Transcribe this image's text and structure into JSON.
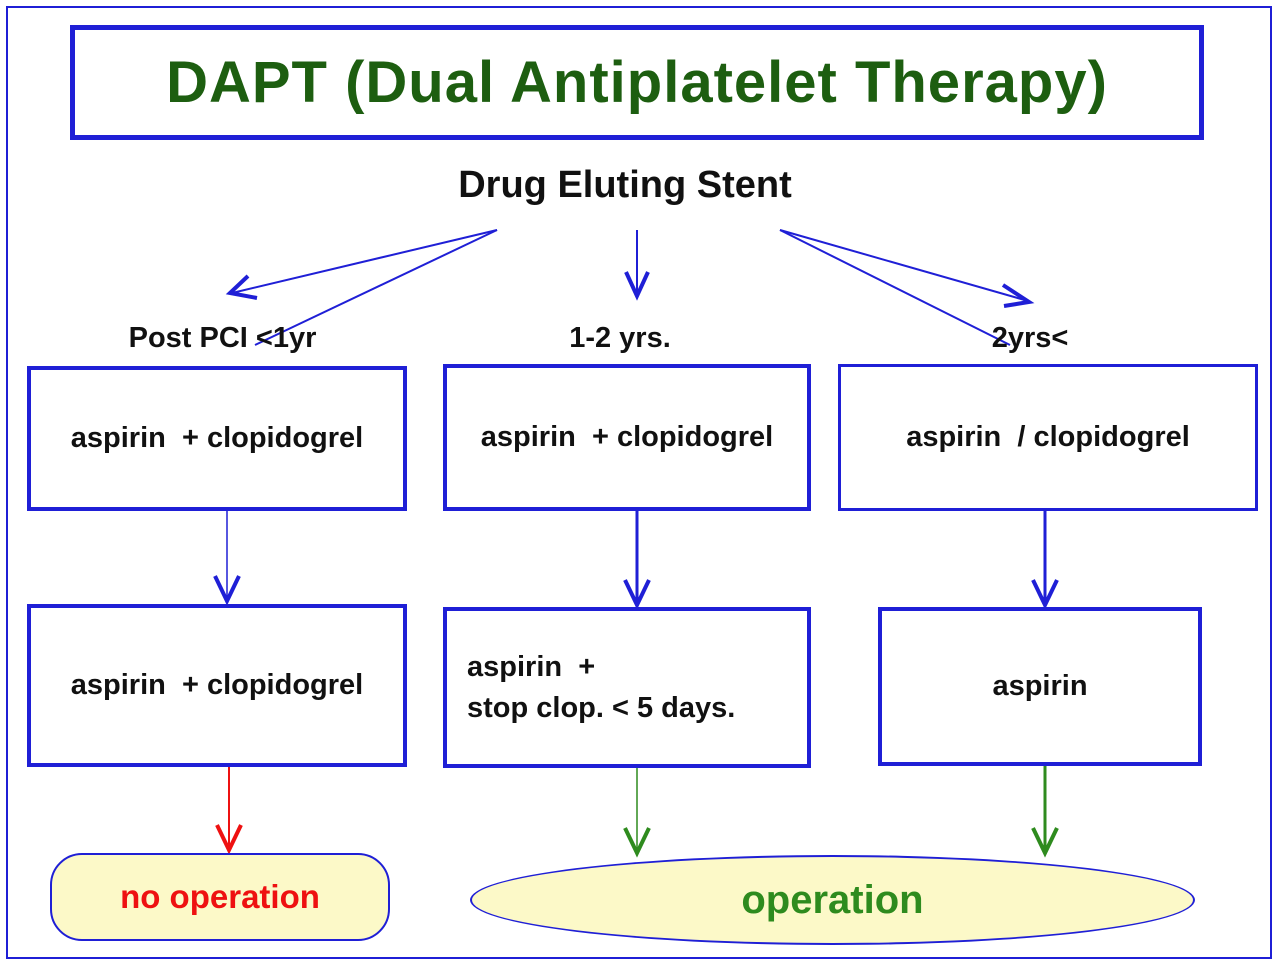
{
  "title": "DAPT (Dual Antiplatelet Therapy)",
  "root": "Drug Eluting Stent",
  "branches": [
    {
      "label": "Post PCI <1yr",
      "first_step": "aspirin  + clopidogrel",
      "second_step": "aspirin  + clopidogrel"
    },
    {
      "label": "1-2 yrs.",
      "first_step": "aspirin  + clopidogrel",
      "second_step_lines": [
        "aspirin  +",
        "stop clop. < 5 days."
      ]
    },
    {
      "label": "2yrs<",
      "first_step": "aspirin  / clopidogrel",
      "second_step": "aspirin"
    }
  ],
  "outcomes": {
    "no_operation": "no operation",
    "operation": "operation"
  },
  "colors": {
    "border": "#1f1fd6",
    "title": "#1d5e10",
    "arrow_blue": "#1f1fd6",
    "arrow_red": "#ee1111",
    "arrow_green": "#2e8b1e",
    "no_operation_text": "#ee1111",
    "operation_text": "#2e8b1e",
    "terminal_fill": "#fcf9c8"
  }
}
